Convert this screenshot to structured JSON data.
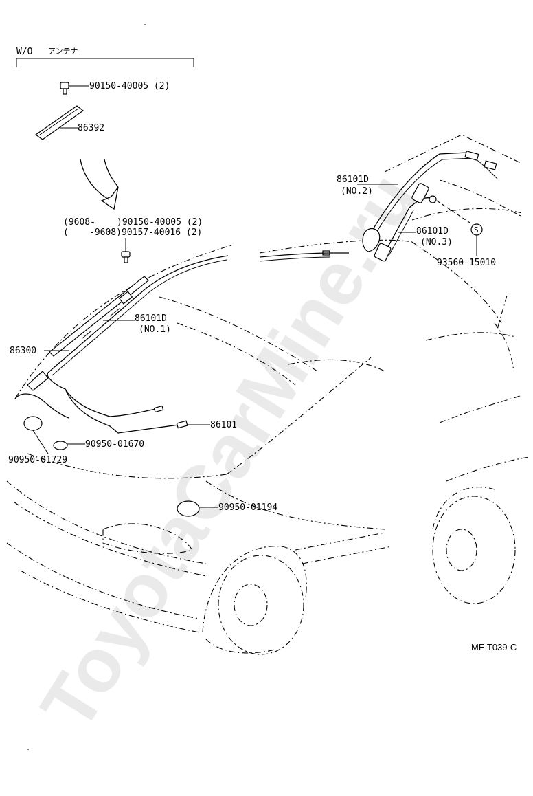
{
  "header": {
    "variant_label": "W/O",
    "variant_label_jp": "アンテナ"
  },
  "parts": {
    "clip_top": "90150-40005 (2)",
    "antenna_cover": "86392",
    "clip_date_a_range": "(9608-",
    "clip_date_a_part": ")90150-40005 (2)",
    "clip_date_b_range": "(",
    "clip_date_b_part": "-9608)90157-40016 (2)",
    "cord_no1_part": "86101D",
    "cord_no1_tag": "(NO.1)",
    "antenna_assy": "86300",
    "cord_no2_part": "86101D",
    "cord_no2_tag": "(NO.2)",
    "cord_no3_part": "86101D",
    "cord_no3_tag": "(NO.3)",
    "clamp_symbol": "S",
    "clamp_part": "93560-15010",
    "cord_main": "86101",
    "plug_a": "90950-01670",
    "plug_b": "90950-01729",
    "plug_c": "90950-01194"
  },
  "footer": {
    "diagram_ref": "ME T039-C"
  },
  "watermark": {
    "text": "ToyotaCarMine.ru"
  }
}
